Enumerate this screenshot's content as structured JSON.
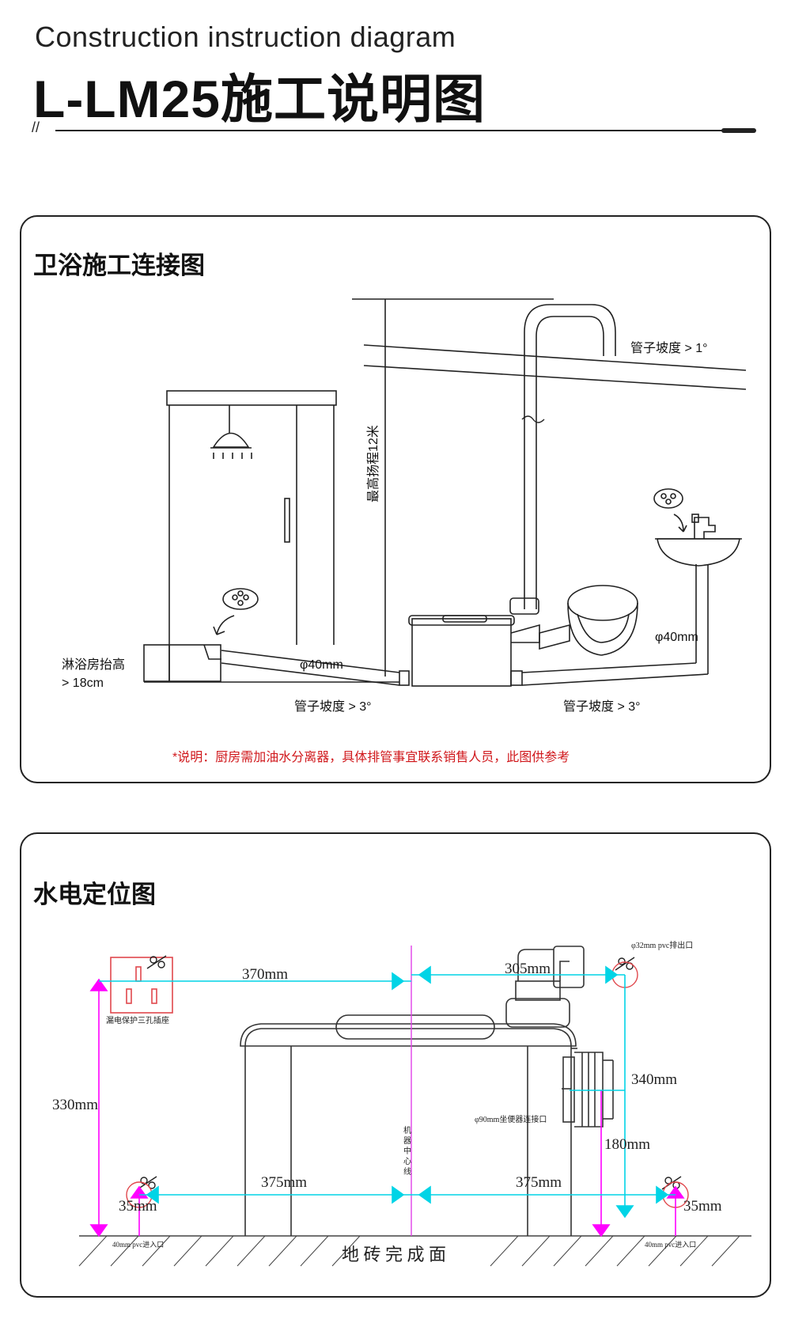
{
  "header": {
    "subtitle": "Construction instruction diagram",
    "title": "L-LM25施工说明图",
    "slash": "//"
  },
  "panel1": {
    "title": "卫浴施工连接图",
    "slope_top": "管子坡度 > 1°",
    "lift": "最高扬程12米",
    "phi40_left": "φ40mm",
    "phi40_right": "φ40mm",
    "shower_raise_1": "淋浴房抬高",
    "shower_raise_2": "> 18cm",
    "slope_left": "管子坡度 > 3°",
    "slope_right": "管子坡度 > 3°",
    "note": "*说明：厨房需加油水分离器，具体排管事宜联系销售人员，此图供参考",
    "note_color": "#d0171b"
  },
  "panel2": {
    "title": "水电定位图",
    "dim_370": "370mm",
    "dim_305": "305mm",
    "dim_330": "330mm",
    "dim_340": "340mm",
    "dim_180": "180mm",
    "dim_375_left": "375mm",
    "dim_375_right": "375mm",
    "dim_35_left": "35mm",
    "dim_35_right": "35mm",
    "outlet_label": "φ32mm pvc排出口",
    "socket_label": "漏电保护三孔插座",
    "toilet_label": "φ90mm坐便器连接口",
    "inlet_left": "40mm pvc进入口",
    "inlet_right": "40mm pvc进入口",
    "centerline": [
      "机",
      "器",
      "中",
      "心",
      "线"
    ],
    "floor": "地 砖 完 成 面",
    "dim_color": "#00d4e6",
    "marker_color": "#ff00ff",
    "socket_color": "#e0474c"
  }
}
